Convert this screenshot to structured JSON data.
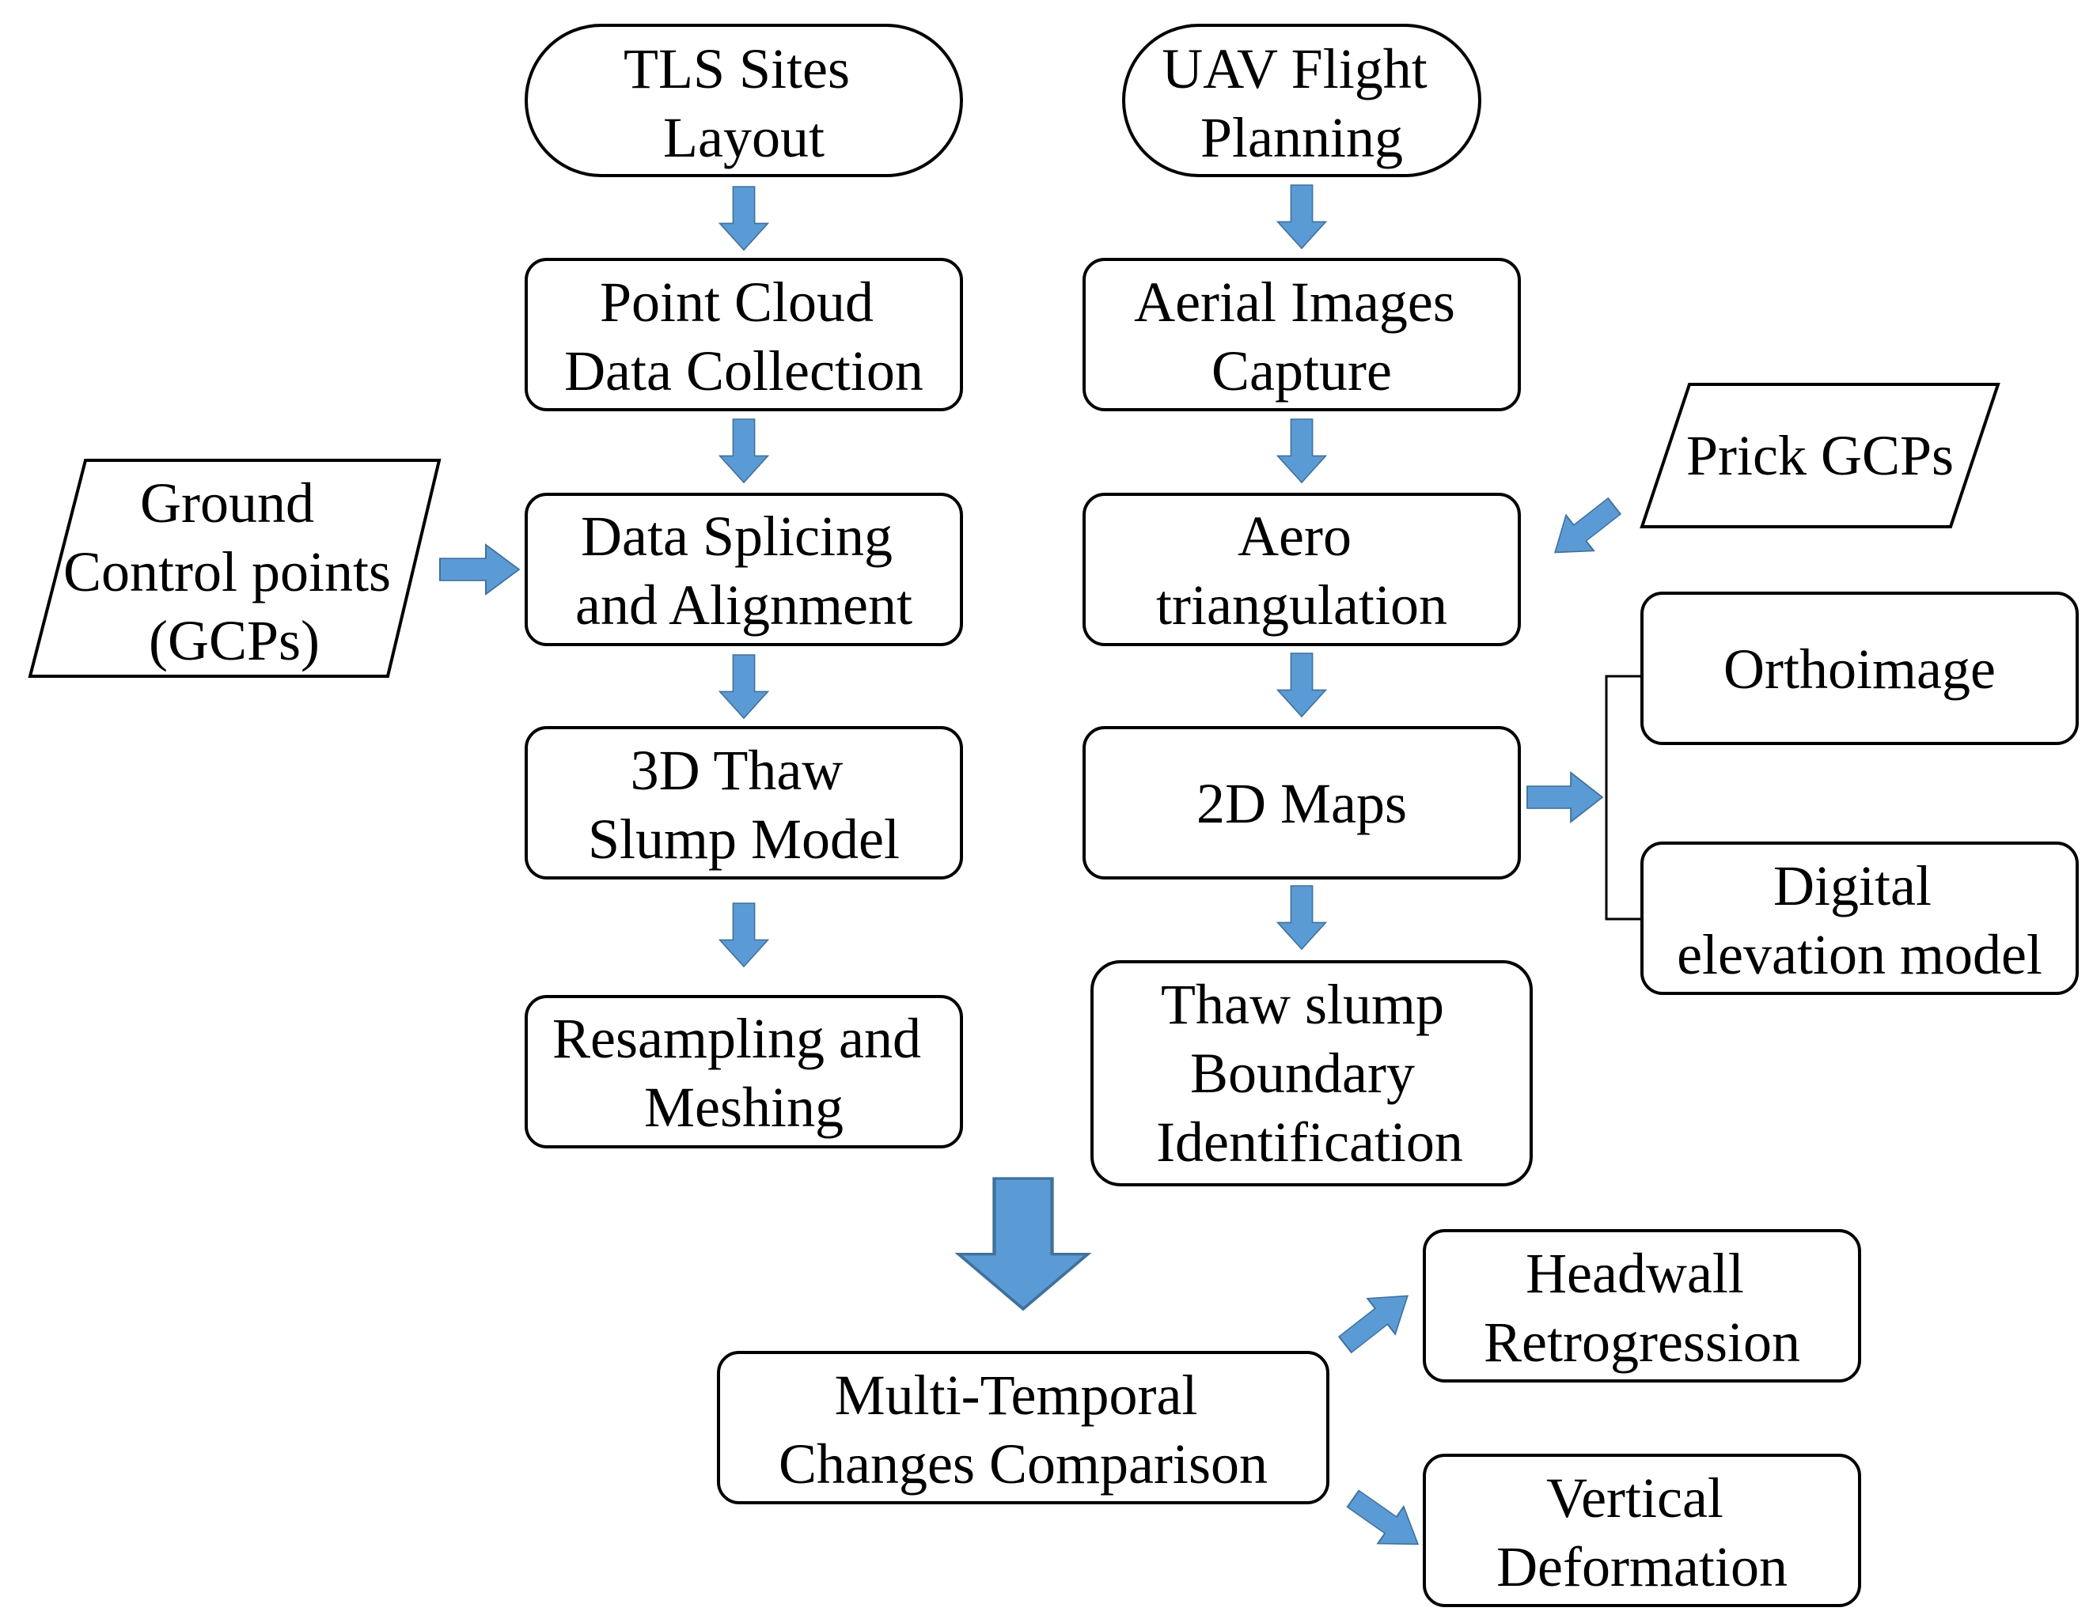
{
  "colors": {
    "arrow": "#5B9BD5",
    "arrow_stroke": "#41719C",
    "box_stroke": "#000000"
  },
  "tls": {
    "sites_layout": [
      "TLS Sites",
      "Layout"
    ],
    "point_cloud": [
      "Point Cloud",
      "Data Collection"
    ],
    "splicing": [
      "Data Splicing",
      "and Alignment"
    ],
    "model_3d": [
      "3D Thaw",
      "Slump Model"
    ],
    "resampling": [
      "Resampling and",
      "Meshing"
    ]
  },
  "uav": {
    "flight_planning": [
      "UAV Flight",
      "Planning"
    ],
    "aerial_images": [
      "Aerial Images",
      "Capture"
    ],
    "aero": [
      "Aero",
      "triangulation"
    ],
    "maps_2d": [
      "2D Maps"
    ],
    "boundary": [
      "Thaw slump",
      "Boundary",
      "Identification"
    ]
  },
  "inputs": {
    "gcps": [
      "Ground",
      "Control points",
      "(GCPs)"
    ],
    "prick": [
      "Prick GCPs"
    ]
  },
  "products": {
    "orthoimage": [
      "Orthoimage"
    ],
    "dem": [
      "Digital",
      "elevation model"
    ]
  },
  "comparison": {
    "multi_temporal": [
      "Multi-Temporal",
      "Changes Comparison"
    ],
    "headwall": [
      "Headwall",
      "Retrogression"
    ],
    "vertical": [
      "Vertical",
      "Deformation"
    ]
  }
}
